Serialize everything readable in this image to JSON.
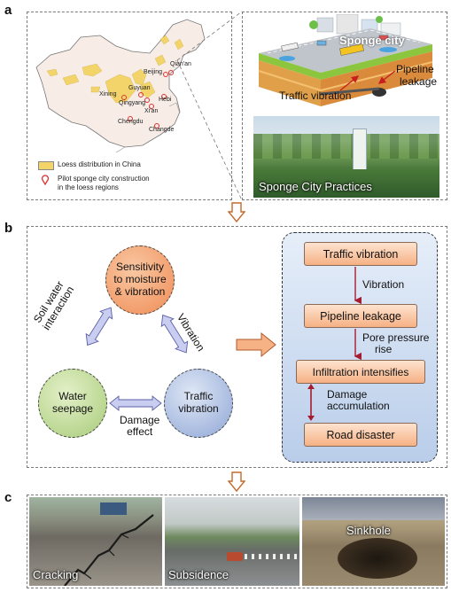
{
  "panels": {
    "a": "a",
    "b": "b",
    "c": "c"
  },
  "panel_a": {
    "cities": [
      "Beijing",
      "Qian'an",
      "Xining",
      "Guyuan",
      "Hebi",
      "Qingyang",
      "Xi'an",
      "Chengdu",
      "Changde"
    ],
    "legend_loess": "Loess distribution in China",
    "legend_pilot_1": "Pilot sponge city construction",
    "legend_pilot_2": "in the loess regions",
    "sponge_city": "Sponge city",
    "pipeline_1": "Pipeline",
    "pipeline_2": "leakage",
    "traffic_vibration": "Traffic vibration",
    "practices": "Sponge City Practices"
  },
  "panel_b": {
    "circle_sensitivity_1": "Sensitivity",
    "circle_sensitivity_2": "to moisture",
    "circle_sensitivity_3": "& vibration",
    "circle_water_1": "Water",
    "circle_water_2": "seepage",
    "circle_traffic_1": "Traffic",
    "circle_traffic_2": "vibration",
    "edge_soil_1": "Soil water",
    "edge_soil_2": "interaction",
    "edge_vibration": "Vibration",
    "edge_damage_1": "Damage",
    "edge_damage_2": "effect",
    "flow": {
      "box1": "Traffic vibration",
      "label1": "Vibration",
      "box2": "Pipeline leakage",
      "label2_1": "Pore pressure",
      "label2_2": "rise",
      "box3": "Infiltration intensifies",
      "label3_1": "Damage",
      "label3_2": "accumulation",
      "box4": "Road disaster"
    }
  },
  "panel_c": {
    "cracking": "Cracking",
    "subsidence": "Subsidence",
    "sinkhole": "Sinkhole"
  }
}
